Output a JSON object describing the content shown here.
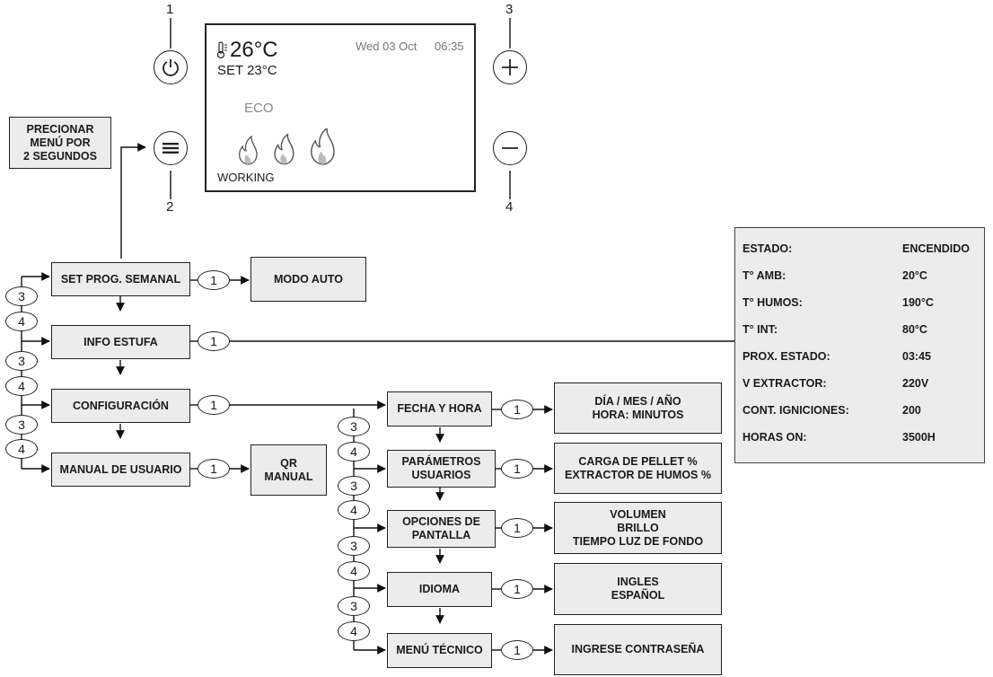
{
  "callouts": {
    "power": "1",
    "menu": "2",
    "plus": "3",
    "minus": "4"
  },
  "display": {
    "temperature": "26°C",
    "set_point": "SET 23°C",
    "date": "Wed 03 Oct",
    "time": "06:35",
    "mode": "ECO",
    "status": "WORKING"
  },
  "press_menu_note": [
    "PRECIONAR",
    "MENÚ POR",
    "2 SEGUNDOS"
  ],
  "main_menu": {
    "set_prog": "SET PROG. SEMANAL",
    "modo_auto": "MODO AUTO",
    "info_estufa": "INFO ESTUFA",
    "configuracion": "CONFIGURACIÓN",
    "manual_usuario": "MANUAL DE USUARIO",
    "qr_manual": [
      "QR",
      "MANUAL"
    ]
  },
  "config_menu": {
    "fecha_hora": "FECHA Y HORA",
    "fecha_hora_detail": [
      "DÍA / MES / AÑO",
      "HORA: MINUTOS"
    ],
    "parametros": [
      "PARÁMETROS",
      "USUARIOS"
    ],
    "parametros_detail": [
      "CARGA DE PELLET %",
      "EXTRACTOR DE HUMOS %"
    ],
    "pantalla": [
      "OPCIONES DE",
      "PANTALLA"
    ],
    "pantalla_detail": [
      "VOLUMEN",
      "BRILLO",
      "TIEMPO LUZ DE FONDO"
    ],
    "idioma": "IDIOMA",
    "idioma_detail": [
      "INGLES",
      "ESPAÑOL"
    ],
    "menu_tecnico": "MENÚ TÉCNICO",
    "menu_tecnico_detail": "INGRESE CONTRASEÑA"
  },
  "step_labels": {
    "enter": "1",
    "up": "3",
    "down": "4"
  },
  "stove_info": [
    {
      "key": "ESTADO:",
      "value": "ENCENDIDO"
    },
    {
      "key": "T° AMB:",
      "value": "20°C"
    },
    {
      "key": "T° HUMOS:",
      "value": "190°C"
    },
    {
      "key": "T° INT:",
      "value": "80°C"
    },
    {
      "key": "PROX. ESTADO:",
      "value": "03:45"
    },
    {
      "key": "V EXTRACTOR:",
      "value": "220V"
    },
    {
      "key": "CONT. IGNICIONES:",
      "value": "200"
    },
    {
      "key": "HORAS ON:",
      "value": "3500H"
    }
  ],
  "icons": {
    "power": "power-icon",
    "menu": "hamburger-icon",
    "plus": "plus-icon",
    "minus": "minus-icon",
    "thermometer": "thermometer-icon",
    "flame": "flame-icon"
  }
}
